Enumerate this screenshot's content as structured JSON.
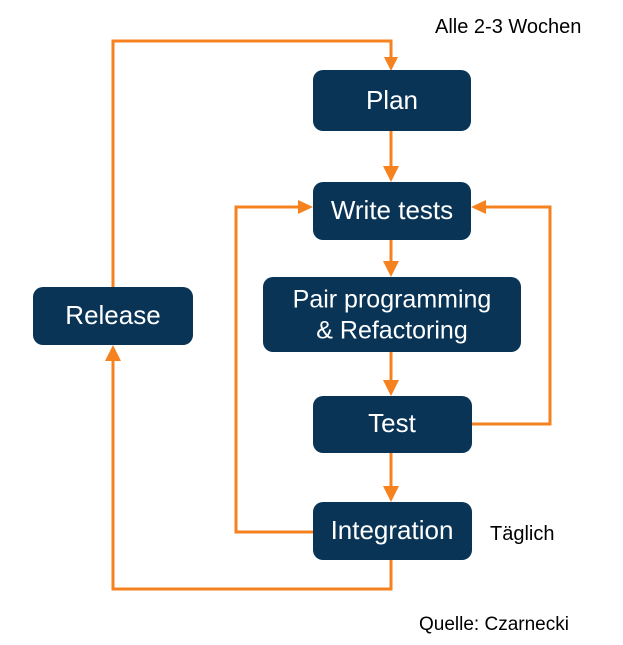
{
  "diagram": {
    "title_annotation": "Alle 2-3 Wochen",
    "cadence_annotation": "Täglich",
    "source_credit": "Quelle: Czarnecki",
    "colors": {
      "node_fill": "#0a3456",
      "node_text": "#ffffff",
      "connector": "#f5821f",
      "annotation_text": "#000000",
      "background": "#ffffff"
    },
    "nodes": [
      {
        "id": "plan",
        "label": "Plan"
      },
      {
        "id": "write-tests",
        "label": "Write tests"
      },
      {
        "id": "pair-programming",
        "label_line1": "Pair programming",
        "label_line2": "& Refactoring"
      },
      {
        "id": "test",
        "label": "Test"
      },
      {
        "id": "integration",
        "label": "Integration"
      },
      {
        "id": "release",
        "label": "Release"
      }
    ],
    "edges": [
      {
        "id": "plan-to-write-tests",
        "from": "Plan",
        "to": "Write tests"
      },
      {
        "id": "write-tests-to-pair-programming",
        "from": "Write tests",
        "to": "Pair programming & Refactoring"
      },
      {
        "id": "pair-programming-to-test",
        "from": "Pair programming & Refactoring",
        "to": "Test"
      },
      {
        "id": "test-to-integration",
        "from": "Test",
        "to": "Integration"
      },
      {
        "id": "test-to-write-tests",
        "from": "Test",
        "to": "Write tests"
      },
      {
        "id": "integration-to-write-tests",
        "from": "Integration",
        "to": "Write tests"
      },
      {
        "id": "integration-to-release",
        "from": "Integration",
        "to": "Release"
      },
      {
        "id": "release-to-plan",
        "from": "Release",
        "to": "Plan"
      }
    ]
  }
}
